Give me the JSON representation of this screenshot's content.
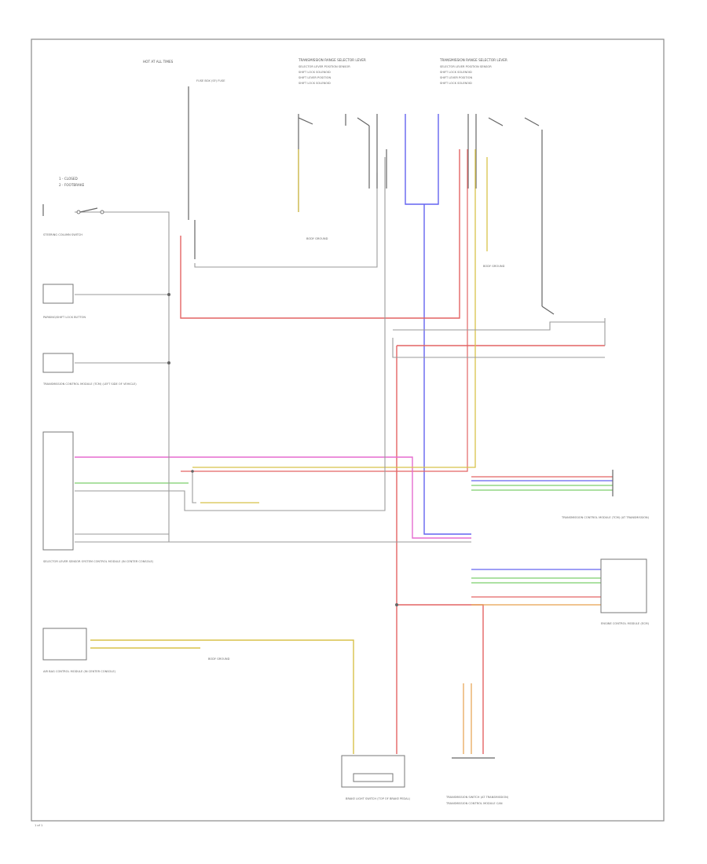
{
  "diagram": {
    "page_number": "1 of 1",
    "legend": {
      "title": "",
      "items": [
        "1 - CLOSED",
        "2 - FOOTBRAKE"
      ]
    },
    "hot_label": "HOT AT ALL TIMES",
    "fuse_box_label": "FUSE BOX (SF) FUSE",
    "top_connectors": {
      "left": {
        "title": "TRANSMISSION RANGE SELECTOR LEVER",
        "lines": [
          "SELECTOR LEVER POSITION SENSOR",
          "SHIFT LOCK SOLENOID",
          "SHIFT LEVER POSITION",
          "SHIFT LOCK SOLENOID"
        ]
      },
      "right": {
        "title": "TRANSMISSION RANGE SELECTOR LEVER",
        "lines": [
          "SELECTOR LEVER POSITION SENSOR",
          "SHIFT LOCK SOLENOID",
          "SHIFT LEVER POSITION",
          "SHIFT LOCK SOLENOID"
        ]
      }
    },
    "components": [
      {
        "id": "c1",
        "label": "STEERING COLUMN SWITCH"
      },
      {
        "id": "c2",
        "label": "PARKING/SHIFT LOCK BUTTON"
      },
      {
        "id": "c3",
        "label": "TRANSMISSION CONTROL MODULE (TCM) (LEFT SIDE OF VEHICLE)"
      },
      {
        "id": "c4",
        "label": "SELECTOR LEVER SENSOR SYSTEM CONTROL MODULE (IN CENTER CONSOLE)"
      },
      {
        "id": "c5",
        "label": "AIR BAG CONTROL MODULE (IN CENTER CONSOLE)"
      },
      {
        "id": "c6",
        "label": "BRAKE LIGHT SWITCH (TOP OF BRAKE PEDAL)"
      },
      {
        "id": "c7",
        "label": "TRANSMISSION CONTROL MODULE (TCM) (AT TRANSMISSION)"
      },
      {
        "id": "c8",
        "label": "ENGINE CONTROL MODULE (ECM)"
      },
      {
        "id": "c9",
        "label": "TRANSMISSION SWITCH (AT TRANSMISSION)"
      }
    ],
    "ground_labels": [
      "BODY GROUND",
      "BODY GROUND",
      "BODY GROUND"
    ],
    "bottom_label": "TRANSMISSION CONTROL MODULE CAN",
    "wire_colors": {
      "red": "#e36464",
      "pink": "#e56ccf",
      "yellow": "#d8c24a",
      "blue": "#6464f0",
      "green": "#7ccf6c",
      "orange": "#e6a04e",
      "gray": "#9a9a9a"
    }
  }
}
